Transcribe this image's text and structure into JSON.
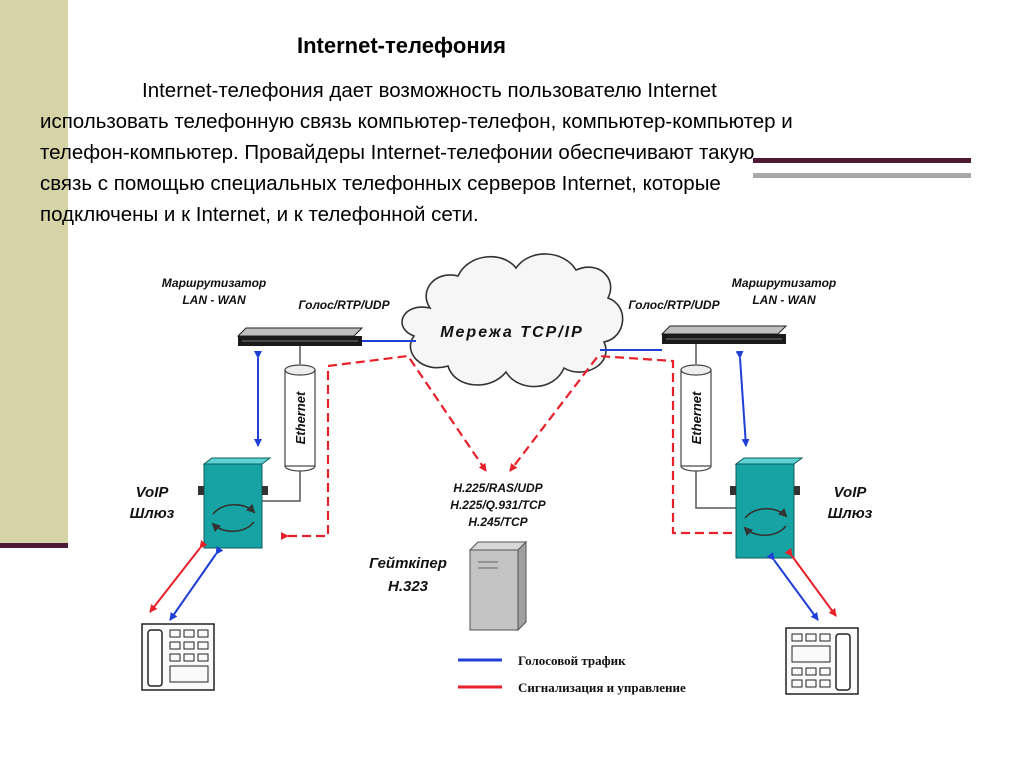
{
  "slide": {
    "title": "Internet-телефония",
    "body_lines": [
      "Internet-телефония дает возможность пользователю Internet",
      "использовать телефонную связь компьютер-телефон, компьютер-компьютер и",
      "телефон-компьютер. Провайдеры Internet-телефонии обеспечивают такую",
      "связь с помощью специальных телефонных серверов Internet, которые",
      "подключены и к Internet, и к телефонной сети."
    ]
  },
  "diagram": {
    "router_left": {
      "line1": "Маршрутизатор",
      "line2": "LAN - WAN"
    },
    "router_right": {
      "line1": "Маршрутизатор",
      "line2": "LAN - WAN"
    },
    "link_left": "Голос/RTP/UDP",
    "link_right": "Голос/RTP/UDP",
    "cloud": "Мережа TCP/IP",
    "ethernet_left": "Ethernet",
    "ethernet_right": "Ethernet",
    "gateway_left": {
      "line1": "VoIP",
      "line2": "Шлюз"
    },
    "gateway_right": {
      "line1": "VoIP",
      "line2": "Шлюз"
    },
    "protocols": [
      "H.225/RAS/UDP",
      "H.225/Q.931/TCP",
      "H.245/TCP"
    ],
    "gatekeeper": {
      "line1": "Гейткіпер",
      "line2": "H.323"
    },
    "legend": [
      {
        "label": "Голосовой трафик",
        "color": "#1f3fd6"
      },
      {
        "label": "Сигнализация и управление",
        "color": "#e8202a"
      }
    ]
  },
  "colors": {
    "voice": "#1f3fd6",
    "signal": "#e8202a",
    "gateway": "#17a3a3",
    "accent_band": "#d6d3a6",
    "accent_rule": "#4d1a35"
  }
}
